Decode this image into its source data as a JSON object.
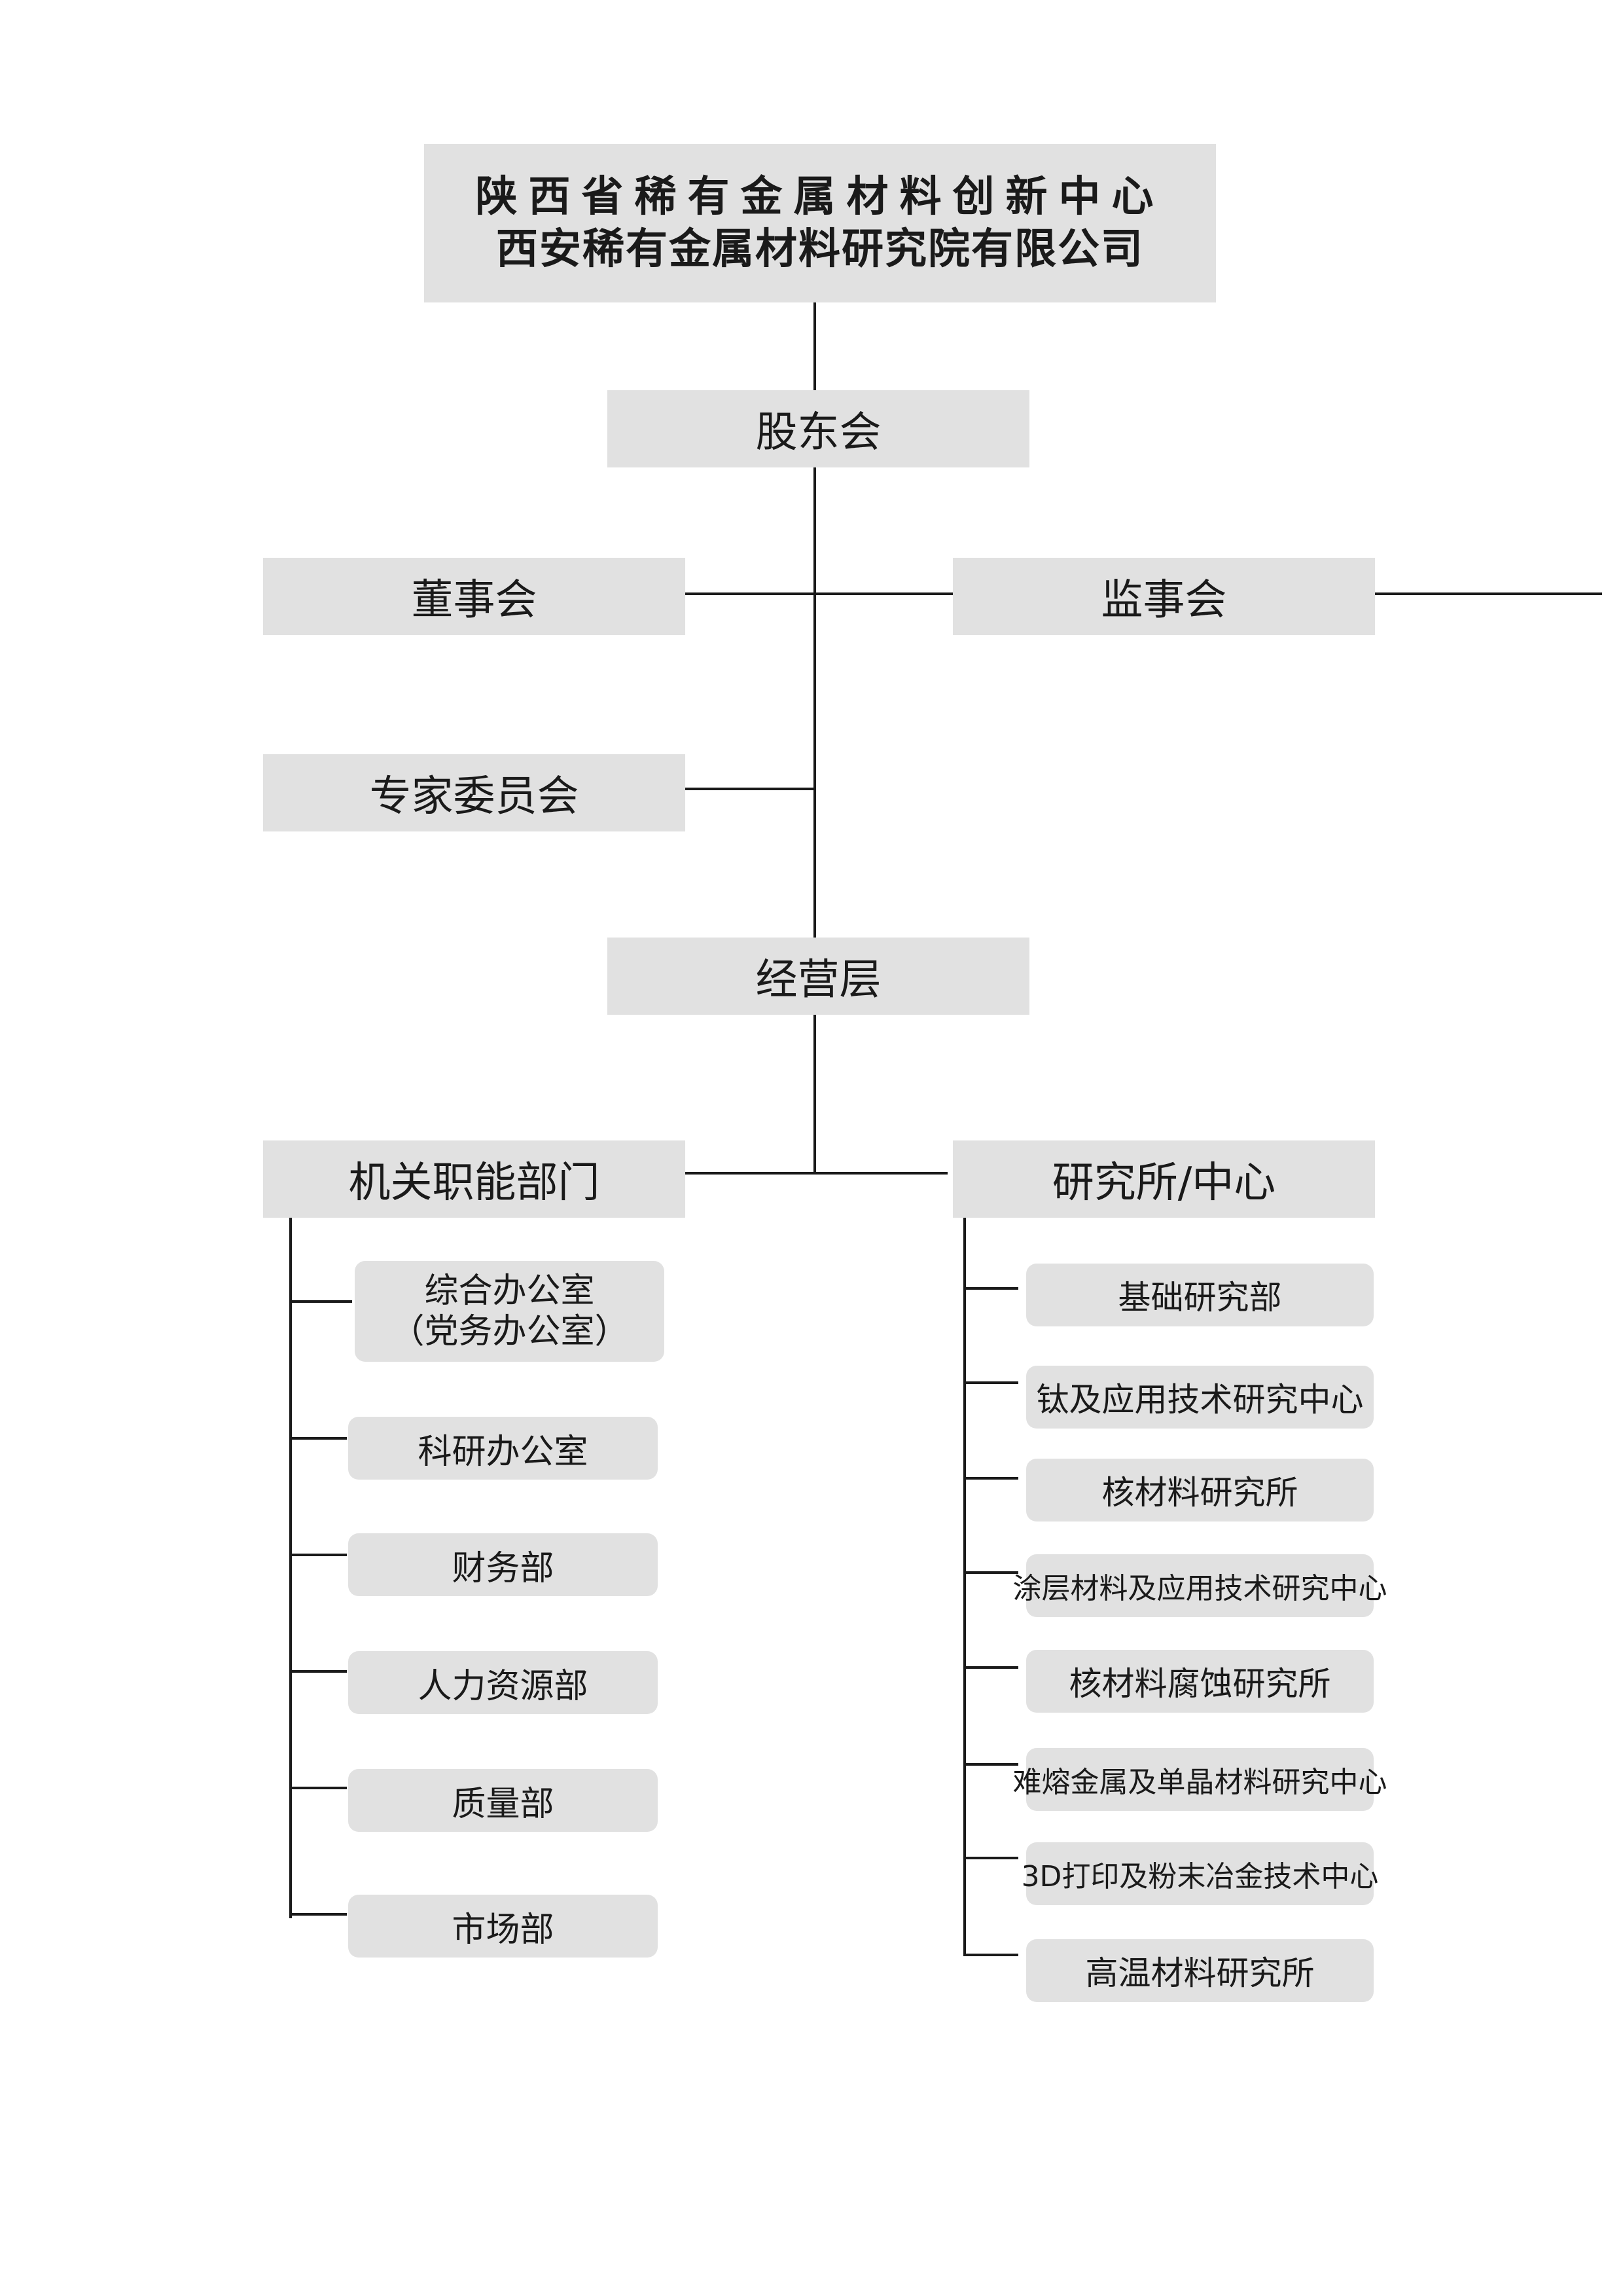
{
  "top": {
    "line1": "陕西省稀有金属材料创新中心",
    "line2": "西安稀有金属材料研究院有限公司"
  },
  "levels": {
    "shareholders": "股东会",
    "board": "董事会",
    "supervisors": "监事会",
    "experts": "专家委员会",
    "management": "经营层",
    "functional": "机关职能部门",
    "institutes": "研究所/中心"
  },
  "functional_departments": [
    {
      "line1": "综合办公室",
      "line2": "（党务办公室）"
    },
    {
      "line1": "科研办公室"
    },
    {
      "line1": "财务部"
    },
    {
      "line1": "人力资源部"
    },
    {
      "line1": "质量部"
    },
    {
      "line1": "市场部"
    }
  ],
  "research_units": [
    "基础研究部",
    "钛及应用技术研究中心",
    "核材料研究所",
    "涂层材料及应用技术研究中心",
    "核材料腐蚀研究所",
    "难熔金属及单晶材料研究中心",
    "3D打印及粉末冶金技术中心",
    "高温材料研究所"
  ]
}
